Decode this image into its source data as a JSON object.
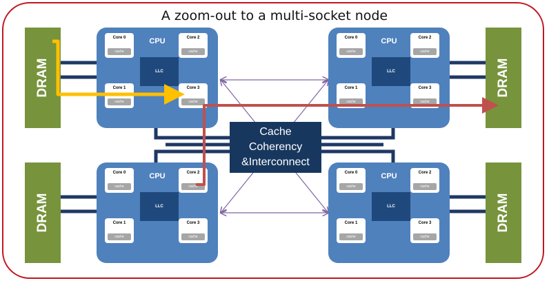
{
  "title": "A zoom-out to a multi-socket node",
  "dram_label": "DRAM",
  "cpu_label": "CPU",
  "llc_label": "LLC",
  "core_labels": [
    "Core 0",
    "Core 1",
    "Core 2",
    "Core 3"
  ],
  "cache_label": "cache",
  "interconnect": {
    "line1": "Cache",
    "line2": "Coherency",
    "line3": "&Interconnect"
  },
  "colors": {
    "frame": "#c0161f",
    "dram": "#77933c",
    "cpu": "#4f81bd",
    "llc": "#1f497d",
    "interconnect": "#17375e",
    "bus": "#1f3864",
    "local_access_arrow": "#ffc000",
    "remote_access_arrow": "#c0504d",
    "cross_links": "#8064a2"
  }
}
